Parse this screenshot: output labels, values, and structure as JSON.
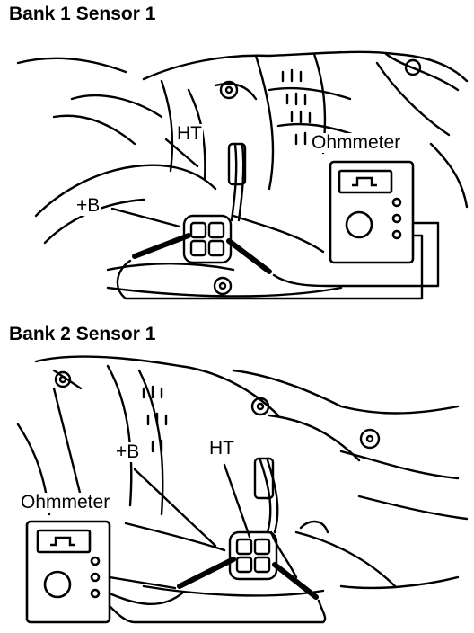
{
  "panels": [
    {
      "title": "Bank 1 Sensor 1",
      "labels": {
        "ht": "HT",
        "plus_b": "+B",
        "ohmmeter": "Ohmmeter"
      }
    },
    {
      "title": "Bank 2 Sensor 1",
      "labels": {
        "ht": "HT",
        "plus_b": "+B",
        "ohmmeter": "Ohmmeter"
      }
    }
  ],
  "colors": {
    "ink": "#000000",
    "paper": "#ffffff"
  },
  "icons": [
    "ohmmeter-icon",
    "connector-icon",
    "probe-icon",
    "sensor-icon"
  ]
}
